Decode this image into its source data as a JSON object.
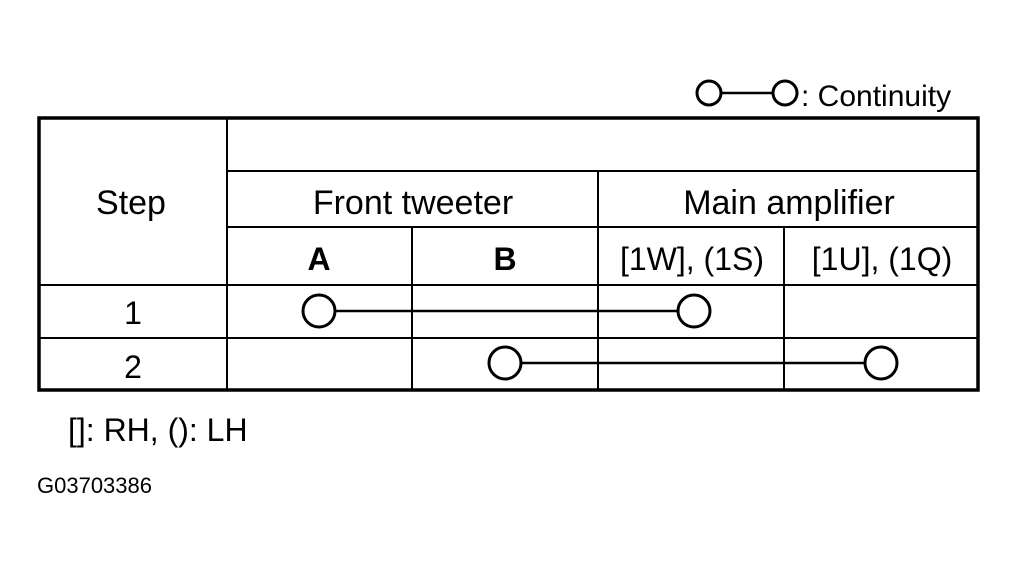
{
  "legend": {
    "symbol": "continuity-symbol",
    "label": ": Continuity"
  },
  "table": {
    "step_header": "Step",
    "groups": [
      {
        "label": "Front tweeter",
        "columns": [
          "A",
          "B"
        ]
      },
      {
        "label": "Main amplifier",
        "columns": [
          "[1W], (1S)",
          "[1U], (1Q)"
        ]
      }
    ],
    "rows": [
      {
        "step": "1",
        "from_column": 0,
        "to_column": 2
      },
      {
        "step": "2",
        "from_column": 1,
        "to_column": 3
      }
    ]
  },
  "footnote": "[]: RH, (): LH",
  "figure_code": "G03703386"
}
